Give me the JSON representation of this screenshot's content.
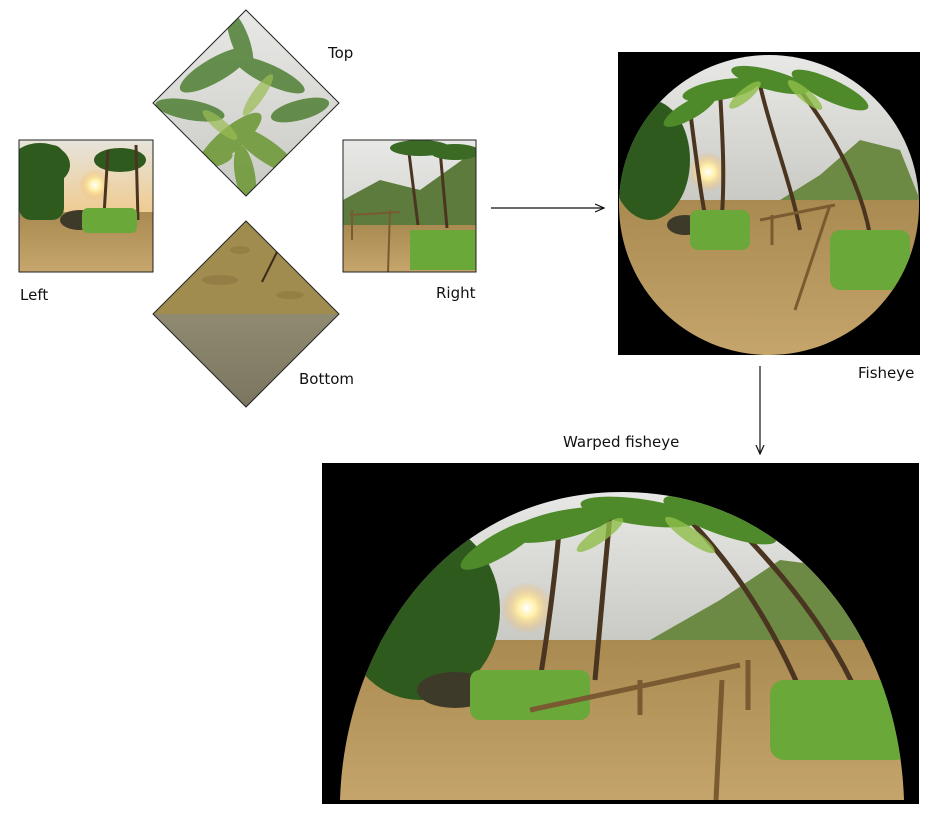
{
  "labels": {
    "top": "Top",
    "left": "Left",
    "right": "Right",
    "bottom": "Bottom",
    "fisheye": "Fisheye",
    "warped": "Warped fisheye"
  },
  "colors": {
    "sky": "#d8d8d6",
    "foliage_dark": "#2f5a1e",
    "foliage": "#4f8a2a",
    "foliage_light": "#8fbf4a",
    "trunk": "#5a4226",
    "ground": "#b08f55",
    "ground_dark": "#7d6338",
    "grass": "#6aa83a",
    "sun": "#fff2b0",
    "sunset": "#e9a65a",
    "black": "#000000",
    "arrow": "#111111"
  }
}
